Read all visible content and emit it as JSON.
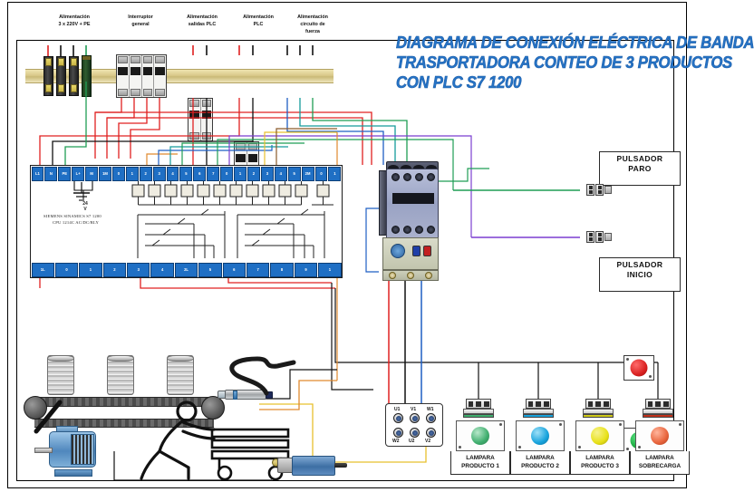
{
  "title": {
    "line1": "DIAGRAMA DE CONEXIÓN ELÉCTRICA DE BANDA",
    "line2": "TRASPORTADORA CONTEO DE 3 PRODUCTOS",
    "line3": "CON PLC S7 1200",
    "color": "#2573c6"
  },
  "top_labels": [
    {
      "line1": "Alimentación",
      "line2": "3 x 220V + PE"
    },
    {
      "line1": "Interruptor",
      "line2": "general"
    },
    {
      "line1": "Alimentación",
      "line2": "salidas PLC"
    },
    {
      "line1": "Alimentación",
      "line2": "PLC"
    },
    {
      "line1": "Alimentación",
      "line2": "circuito de",
      "line3": "fuerza"
    }
  ],
  "plc": {
    "brand_line1": "SIEMENS SINAMICS S7 1200",
    "brand_line2": "CPU 1214C AC/DC/RLY",
    "supply_label_line1": "24",
    "supply_label_line2": "V",
    "top_terminals": [
      "L1",
      "N",
      "PE",
      "L+",
      "M",
      "1M",
      "0",
      "1",
      "2",
      "3",
      "4",
      "5",
      "6",
      "7",
      "0",
      "1",
      "2",
      "3",
      "4",
      "5",
      "2M",
      "0",
      "1"
    ],
    "bottom_terminals": [
      "1L",
      "0",
      "1",
      "2",
      "3",
      "4",
      "2L",
      "5",
      "6",
      "7",
      "8",
      "9",
      "1"
    ]
  },
  "pushbuttons": [
    {
      "caption_line1": "PULSADOR",
      "caption_line2": "PARO",
      "lens_color": "#d81f1f",
      "wire_color": "#1f9d55"
    },
    {
      "caption_line1": "PULSADOR",
      "caption_line2": "INICIO",
      "lens_color": "#17a83c",
      "wire_color": "#7b3fd0"
    }
  ],
  "lamps": [
    {
      "caption_line1": "LAMPARA",
      "caption_line2": "PRODUCTO 1",
      "lens_color": "#3fae6e",
      "band_color": "#2f8f54"
    },
    {
      "caption_line1": "LAMPARA",
      "caption_line2": "PRODUCTO 2",
      "lens_color": "#17a3dd",
      "band_color": "#1484b5"
    },
    {
      "caption_line1": "LAMPARA",
      "caption_line2": "PRODUCTO 3",
      "lens_color": "#e8e118",
      "band_color": "#b4ae13"
    },
    {
      "caption_line1": "LAMPARA",
      "caption_line2": "SOBRECARGA",
      "lens_color": "#e8643c",
      "band_color": "#b8331c"
    }
  ],
  "terminal_strip": {
    "top_labels": [
      "U1",
      "V1",
      "W1"
    ],
    "bottom_labels": [
      "W2",
      "U2",
      "V2"
    ]
  },
  "wire_colors": {
    "line": "#e02020",
    "neutral": "#111111",
    "ground": "#1f9d55",
    "blue": "#1f5fc4",
    "orange": "#e08a2e",
    "purple": "#7b3fd0",
    "teal": "#159b9b",
    "yellow": "#e8c02e",
    "brown": "#8a5a2b"
  }
}
